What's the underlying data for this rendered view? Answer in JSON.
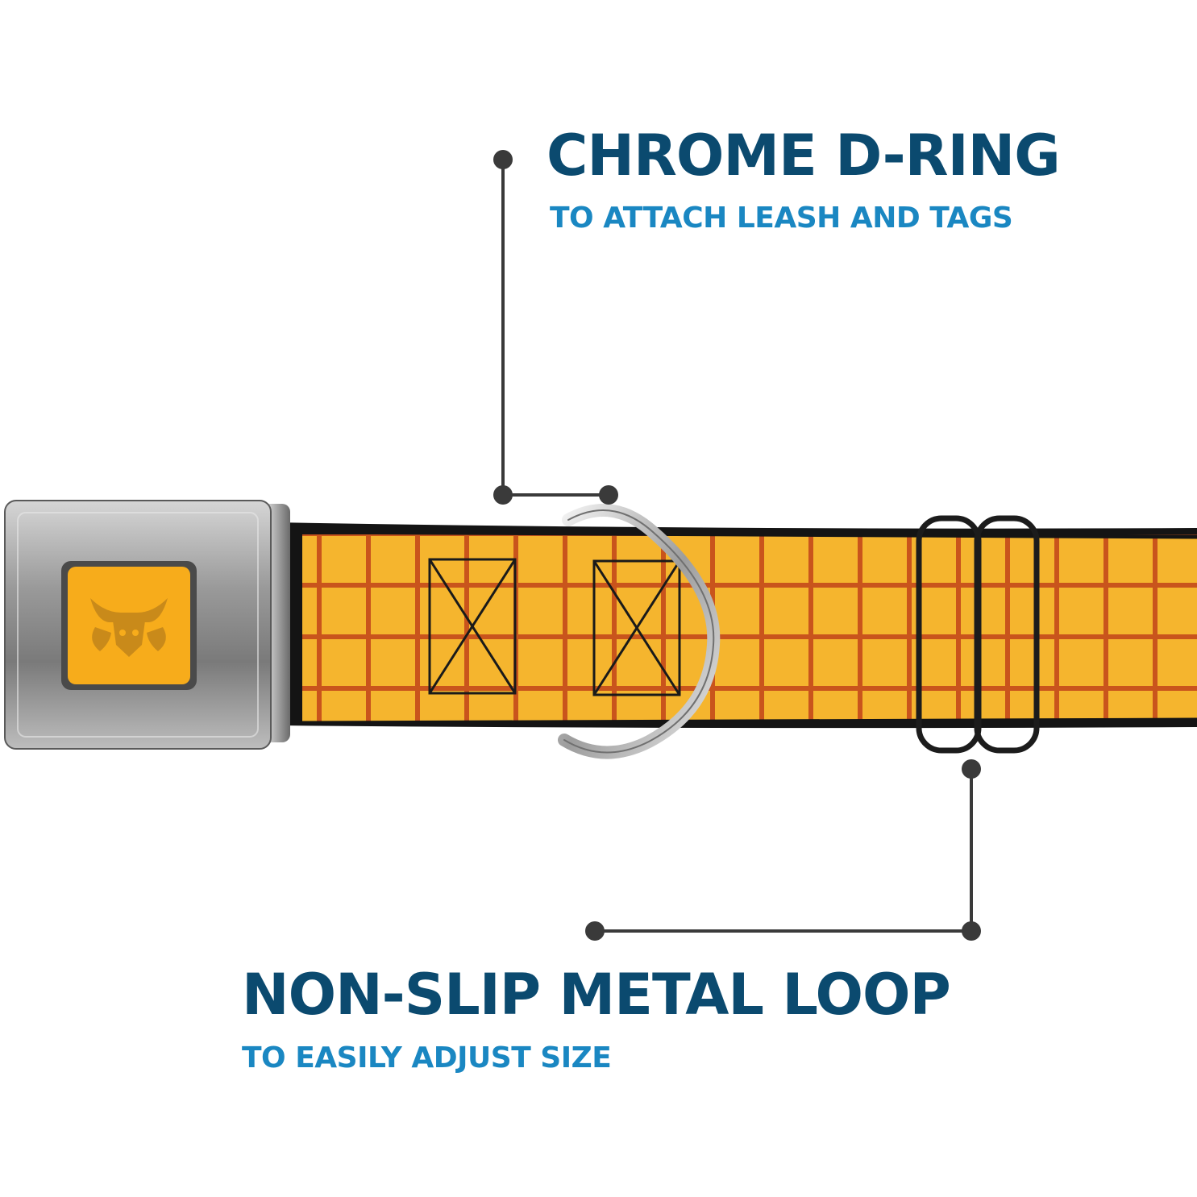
{
  "colors": {
    "headline": "#0b4a6f",
    "subline": "#1a87c2",
    "connector": "#3a3a3a",
    "webbing": "#f5b52e",
    "plaid": "#c9541c",
    "button": "#f7ac1b"
  },
  "callouts": {
    "d_ring": {
      "title": "CHROME D-RING",
      "subtitle": "TO ATTACH LEASH AND TAGS"
    },
    "loop": {
      "title": "NON-SLIP METAL LOOP",
      "subtitle": "TO EASILY ADJUST SIZE"
    }
  },
  "icons": {
    "buckle_logo": "bull-skull-icon"
  }
}
